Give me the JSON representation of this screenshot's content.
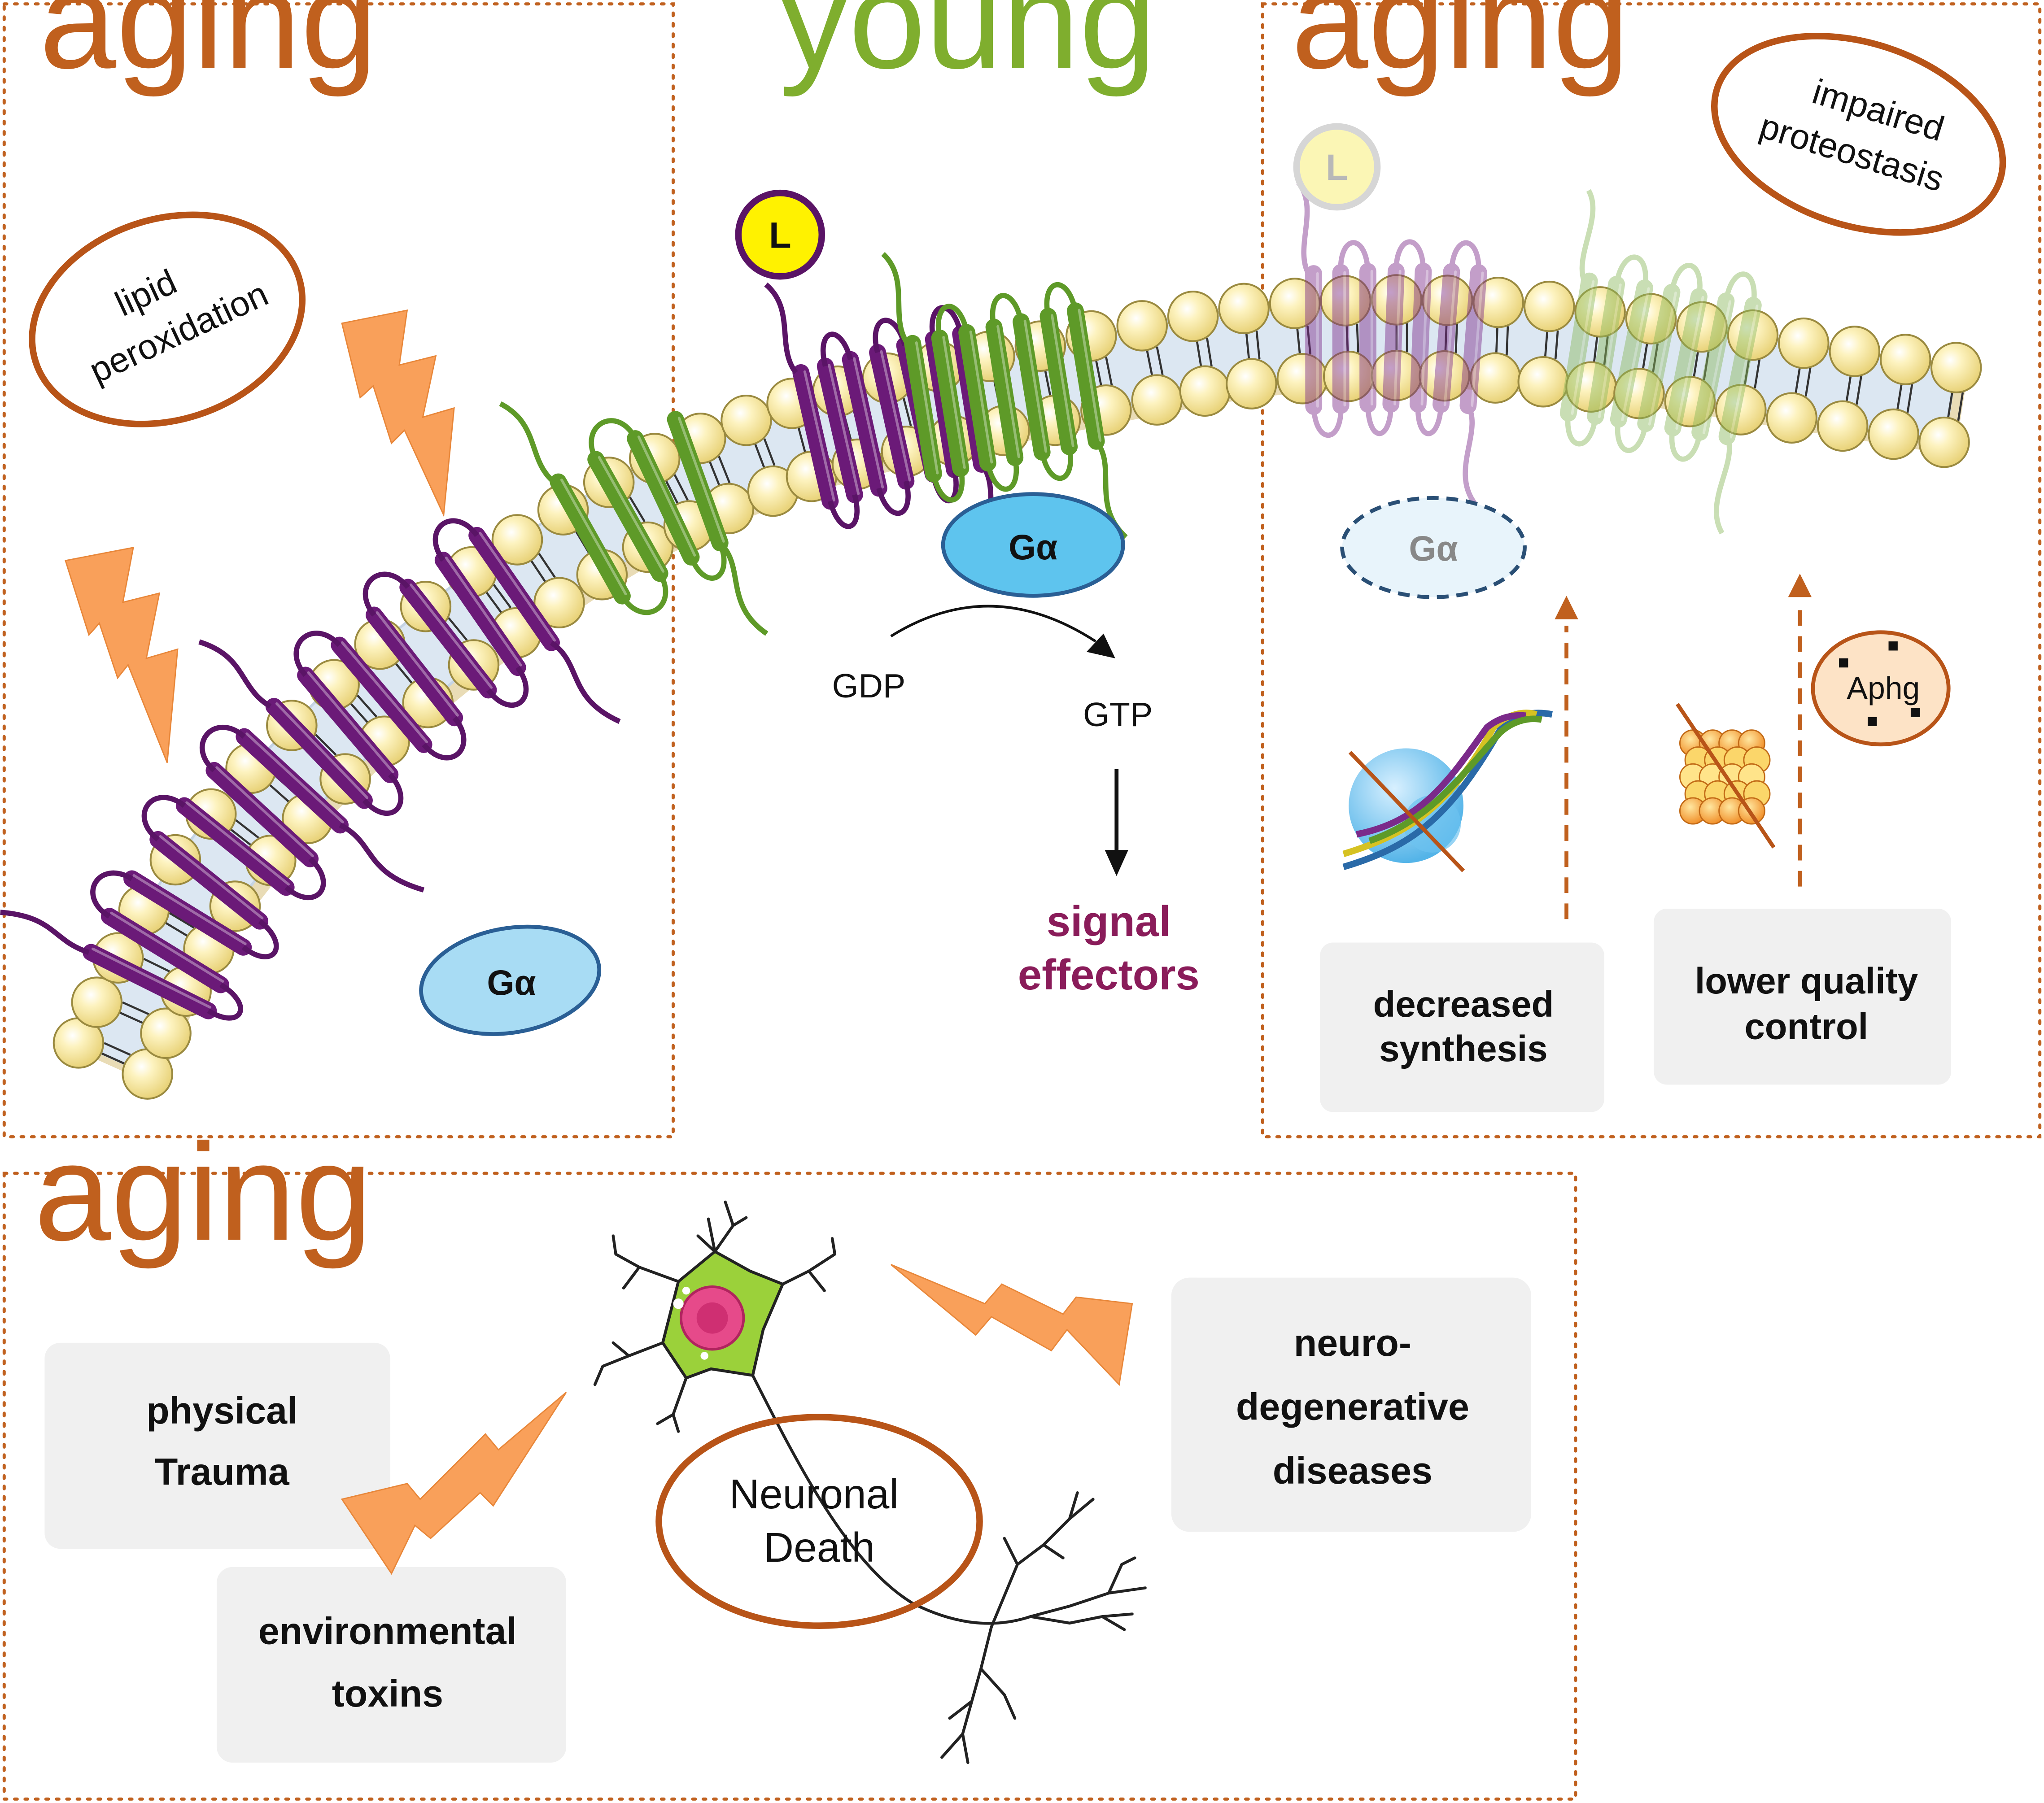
{
  "panels": {
    "top_left": {
      "label": "aging",
      "oval": [
        "lipid",
        "peroxidation"
      ],
      "galpha": "Gα"
    },
    "top_middle": {
      "label": "young",
      "ligand": "L",
      "galpha": "Gα",
      "gdp": "GDP",
      "gtp": "GTP",
      "signal": [
        "signal",
        "effectors"
      ]
    },
    "top_right": {
      "label": "aging",
      "ligand": "L",
      "galpha": "Gα",
      "oval": [
        "impaired",
        "proteostasis"
      ],
      "box_synthesis": [
        "decreased",
        "synthesis"
      ],
      "box_quality": [
        "lower quality",
        "control"
      ],
      "autophagy": "Aphg"
    },
    "bottom": {
      "label": "aging",
      "box_trauma": [
        "physical",
        "Trauma"
      ],
      "box_toxins": [
        "environmental",
        "toxins"
      ],
      "box_diseases": [
        "neuro-",
        "degenerative",
        "diseases"
      ],
      "oval": [
        "Neuronal",
        "Death"
      ]
    }
  },
  "colors": {
    "frame": "#c0601e",
    "bolt": "#f9a05a",
    "receptor_purple": "#6b1a78",
    "receptor_green": "#5e9a28",
    "lipid_head": "#fbeea6",
    "galpha_fill": "#a8dcf4",
    "ligand": "#fff200",
    "neuron": "#9bd13a",
    "signal": "#8a1c5a"
  }
}
